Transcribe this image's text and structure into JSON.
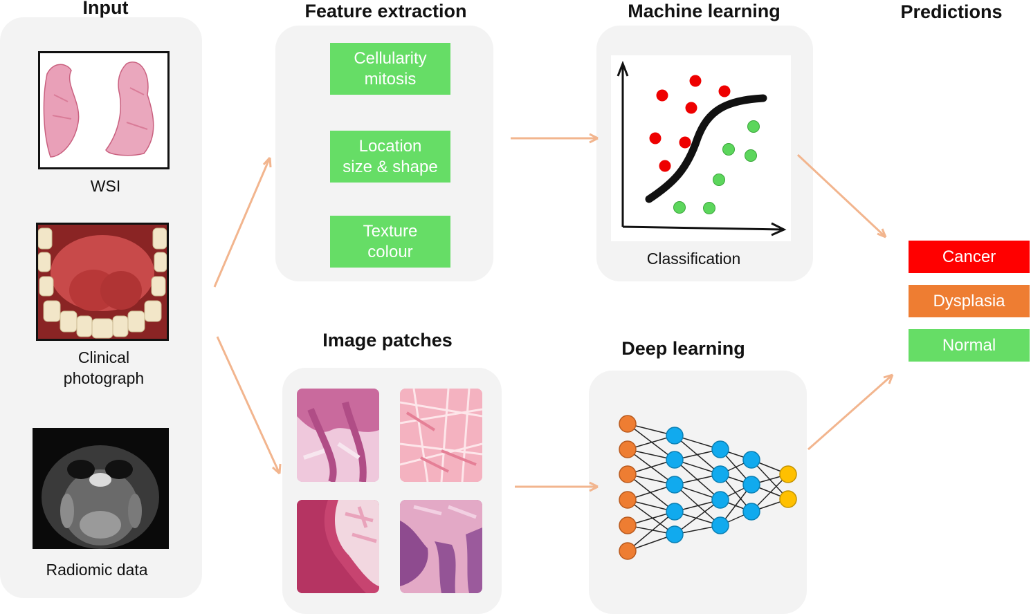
{
  "titles": {
    "input": "Input",
    "feature_extraction": "Feature extraction",
    "machine_learning": "Machine learning",
    "predictions": "Predictions",
    "image_patches": "Image patches",
    "deep_learning": "Deep learning"
  },
  "inputs": {
    "wsi": "WSI",
    "clinical": "Clinical\nphotograph",
    "radiomic": "Radiomic data"
  },
  "features": [
    {
      "label": "Cellularity\nmitosis"
    },
    {
      "label": "Location\nsize & shape"
    },
    {
      "label": "Texture\ncolour"
    }
  ],
  "machine_learning": {
    "caption": "Classification"
  },
  "predictions": [
    {
      "label": "Cancer",
      "color": "#ff0000"
    },
    {
      "label": "Dysplasia",
      "color": "#ee7d32"
    },
    {
      "label": "Normal",
      "color": "#66dd66"
    }
  ],
  "colors": {
    "arrow": "#f2b58e",
    "panel": "#f3f3f3",
    "feature_box": "#66dd66",
    "class_red": "#ee0000",
    "class_green": "#5cd65c",
    "nn_input": "#ee7d32",
    "nn_hidden": "#11aaee",
    "nn_output": "#ffc000"
  }
}
